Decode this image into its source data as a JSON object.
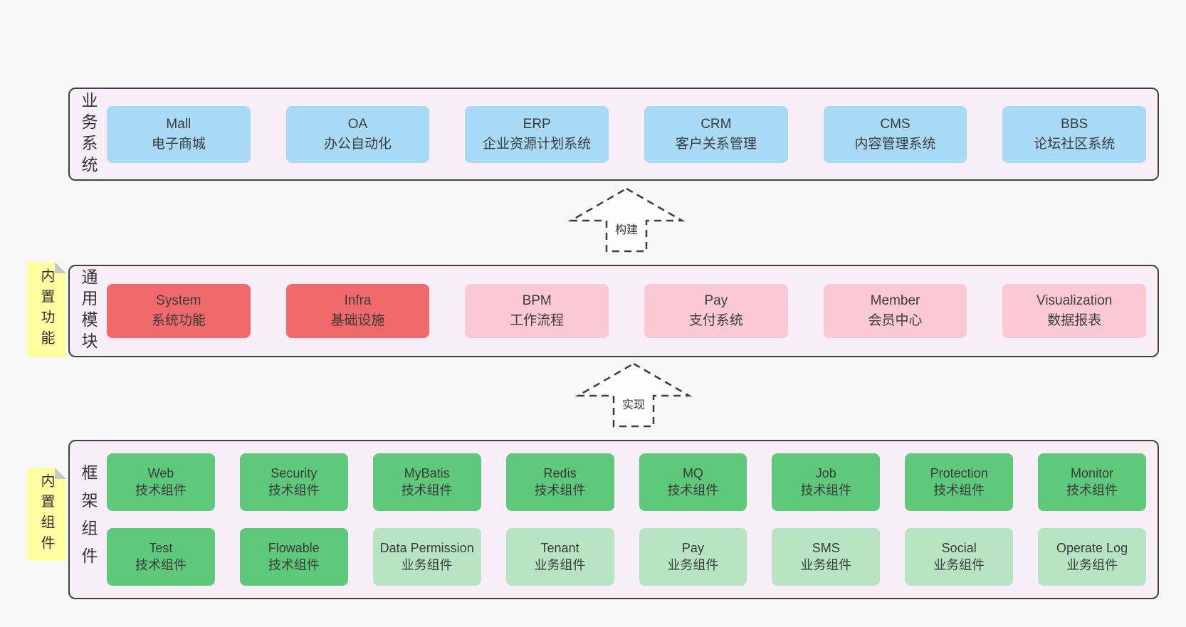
{
  "colors": {
    "page_bg": "#f8f8f8",
    "container_bg": "#f8eef7",
    "container_border": "#404040",
    "box_text": "#3b3b3b",
    "blue": "#a9daf5",
    "red": "#f06a6c",
    "pink": "#fac9d3",
    "green": "#5ec97b",
    "light_green": "#b7e4c2",
    "sticky_bg": "#feffa0",
    "sticky_fold": "#c8c8c8",
    "arrow_stroke": "#3c3c3c",
    "arrow_fill": "#fdfdfd"
  },
  "layers": [
    {
      "id": "business-systems",
      "side_label": "业务系统",
      "rows": [
        {
          "boxes": [
            {
              "en": "Mall",
              "zh": "电子商城",
              "color": "blue"
            },
            {
              "en": "OA",
              "zh": "办公自动化",
              "color": "blue"
            },
            {
              "en": "ERP",
              "zh": "企业资源计划系统",
              "color": "blue"
            },
            {
              "en": "CRM",
              "zh": "客户关系管理",
              "color": "blue"
            },
            {
              "en": "CMS",
              "zh": "内容管理系统",
              "color": "blue"
            },
            {
              "en": "BBS",
              "zh": "论坛社区系统",
              "color": "blue"
            }
          ]
        }
      ]
    },
    {
      "id": "common-modules",
      "side_label": "通用模块",
      "sticky": "内置功能",
      "rows": [
        {
          "boxes": [
            {
              "en": "System",
              "zh": "系统功能",
              "color": "red"
            },
            {
              "en": "Infra",
              "zh": "基础设施",
              "color": "red"
            },
            {
              "en": "BPM",
              "zh": "工作流程",
              "color": "pink"
            },
            {
              "en": "Pay",
              "zh": "支付系统",
              "color": "pink"
            },
            {
              "en": "Member",
              "zh": "会员中心",
              "color": "pink"
            },
            {
              "en": "Visualization",
              "zh": "数据报表",
              "color": "pink"
            }
          ]
        }
      ]
    },
    {
      "id": "framework-components",
      "side_label": "框架组件",
      "sticky": "内置组件",
      "rows": [
        {
          "boxes": [
            {
              "en": "Web",
              "zh": "技术组件",
              "color": "green"
            },
            {
              "en": "Security",
              "zh": "技术组件",
              "color": "green"
            },
            {
              "en": "MyBatis",
              "zh": "技术组件",
              "color": "green"
            },
            {
              "en": "Redis",
              "zh": "技术组件",
              "color": "green"
            },
            {
              "en": "MQ",
              "zh": "技术组件",
              "color": "green"
            },
            {
              "en": "Job",
              "zh": "技术组件",
              "color": "green"
            },
            {
              "en": "Protection",
              "zh": "技术组件",
              "color": "green"
            },
            {
              "en": "Monitor",
              "zh": "技术组件",
              "color": "green"
            }
          ]
        },
        {
          "boxes": [
            {
              "en": "Test",
              "zh": "技术组件",
              "color": "green"
            },
            {
              "en": "Flowable",
              "zh": "技术组件",
              "color": "green"
            },
            {
              "en": "Data Permission",
              "zh": "业务组件",
              "color": "light_green"
            },
            {
              "en": "Tenant",
              "zh": "业务组件",
              "color": "light_green"
            },
            {
              "en": "Pay",
              "zh": "业务组件",
              "color": "light_green"
            },
            {
              "en": "SMS",
              "zh": "业务组件",
              "color": "light_green"
            },
            {
              "en": "Social",
              "zh": "业务组件",
              "color": "light_green"
            },
            {
              "en": "Operate Log",
              "zh": "业务组件",
              "color": "light_green"
            }
          ]
        }
      ]
    }
  ],
  "arrows": [
    {
      "label": "构建"
    },
    {
      "label": "实现"
    }
  ]
}
